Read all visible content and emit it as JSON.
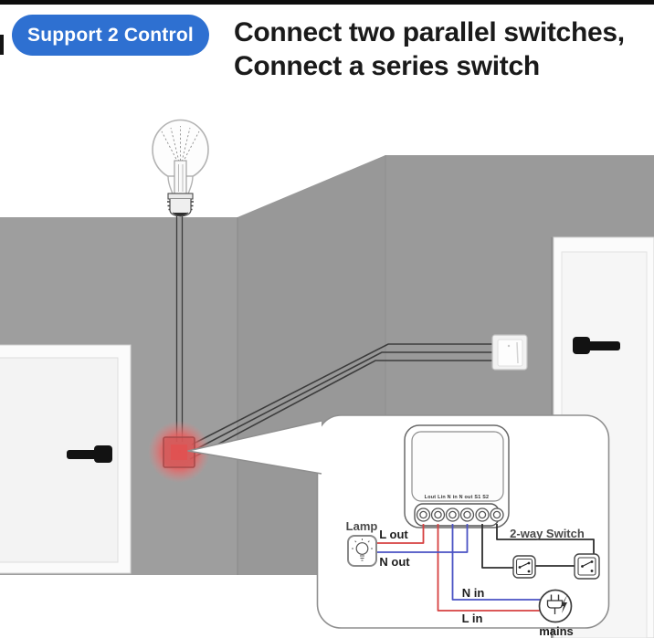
{
  "badge": {
    "label": "Support 2 Control",
    "bg_color": "#2e70d1",
    "text_color": "#ffffff"
  },
  "headline": {
    "line1": "Connect two parallel switches,",
    "line2": "Connect a series switch",
    "color": "#1a1a1a"
  },
  "scene": {
    "description": "room corner illustration",
    "wall_color": "#9b9b9b",
    "highlight_color": "#e86060",
    "wire_color": "#3c3c3c",
    "icons": [
      "light-bulb-icon",
      "door-handle-icon",
      "wall-switch-icon",
      "module-highlight-icon"
    ]
  },
  "callout": {
    "module_label": "Lout Lin  N in N out S1   S2",
    "labels": {
      "lamp": "Lamp",
      "l_out": "L out",
      "n_out": "N out",
      "two_way_switch": "2-way Switch",
      "n_in": "N in",
      "l_in": "L in",
      "mains": "mains"
    },
    "wire_colors": {
      "live": "#d64040",
      "neutral": "#4a52c4",
      "switch": "#2e2e2e"
    },
    "terminal_count": 6
  }
}
